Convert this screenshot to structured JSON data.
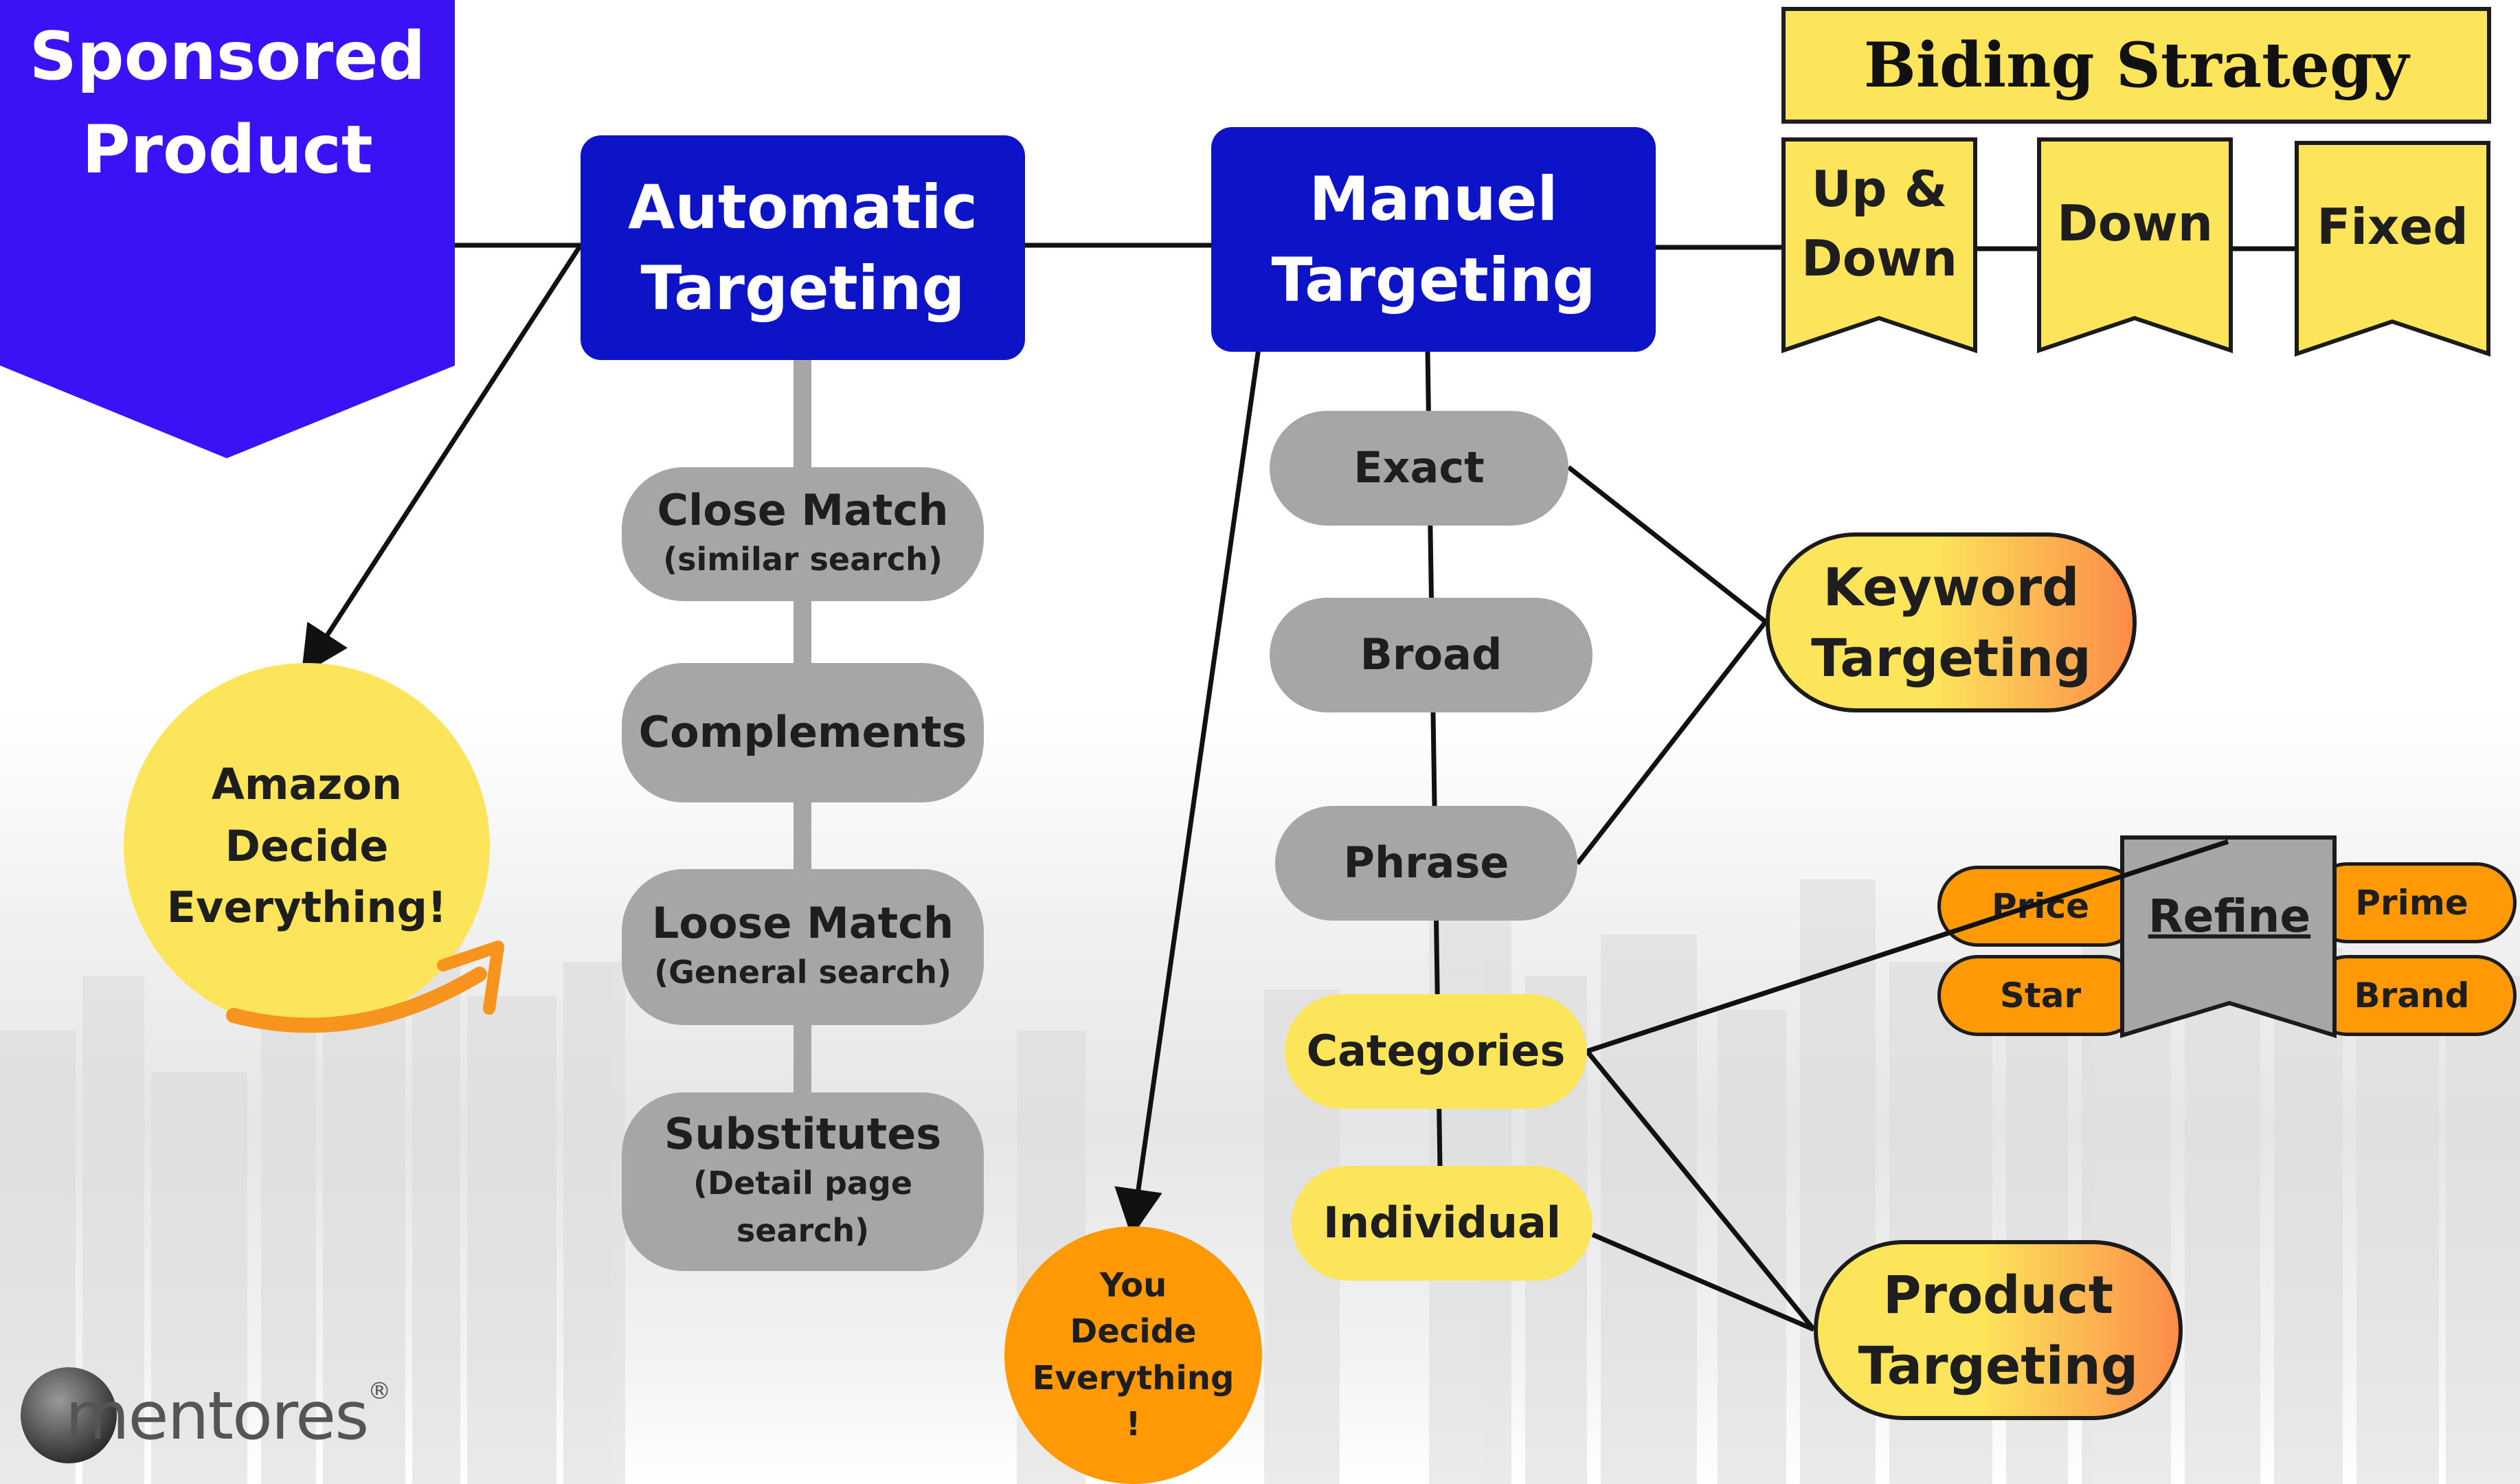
{
  "diagram": {
    "root": {
      "label": "Sponsored\nProduct"
    },
    "automatic_targeting": {
      "label": "Automatic\nTargeting"
    },
    "manual_targeting": {
      "label": "Manuel\nTargeting"
    },
    "automatic_options": [
      {
        "label": "Close Match",
        "sub": "(similar search)"
      },
      {
        "label": "Complements",
        "sub": ""
      },
      {
        "label": "Loose Match",
        "sub": "(General search)"
      },
      {
        "label": "Substitutes",
        "sub": "(Detail page\nsearch)"
      }
    ],
    "amazon_note": {
      "label": "Amazon\nDecide\nEverything!"
    },
    "you_note": {
      "label": "You\nDecide\nEverything\n!"
    },
    "manual_options": {
      "exact": "Exact",
      "broad": "Broad",
      "phrase": "Phrase",
      "categories": "Categories",
      "individual": "Individual"
    },
    "keyword_targeting": {
      "label": "Keyword\nTargeting"
    },
    "product_targeting": {
      "label": "Product\nTargeting"
    },
    "refine": {
      "label": "Refine",
      "options": {
        "price": "Price",
        "star": "Star",
        "prime": "Prime",
        "brand": "Brand"
      }
    },
    "bidding": {
      "title": "Biding Strategy",
      "options": {
        "up_down": "Up &\nDown",
        "down": "Down",
        "fixed": "Fixed"
      }
    },
    "logo": {
      "text": "mentores",
      "registered": "®"
    },
    "colors": {
      "root_blue": "#3a12f5",
      "box_blue": "#0d14c8",
      "pill_gray": "#a6a6a6",
      "yellow": "#fde55b",
      "orange": "#ff9a06",
      "gradient_orange": "#fb8c48",
      "amazon_swoosh": "#f7941d"
    }
  }
}
